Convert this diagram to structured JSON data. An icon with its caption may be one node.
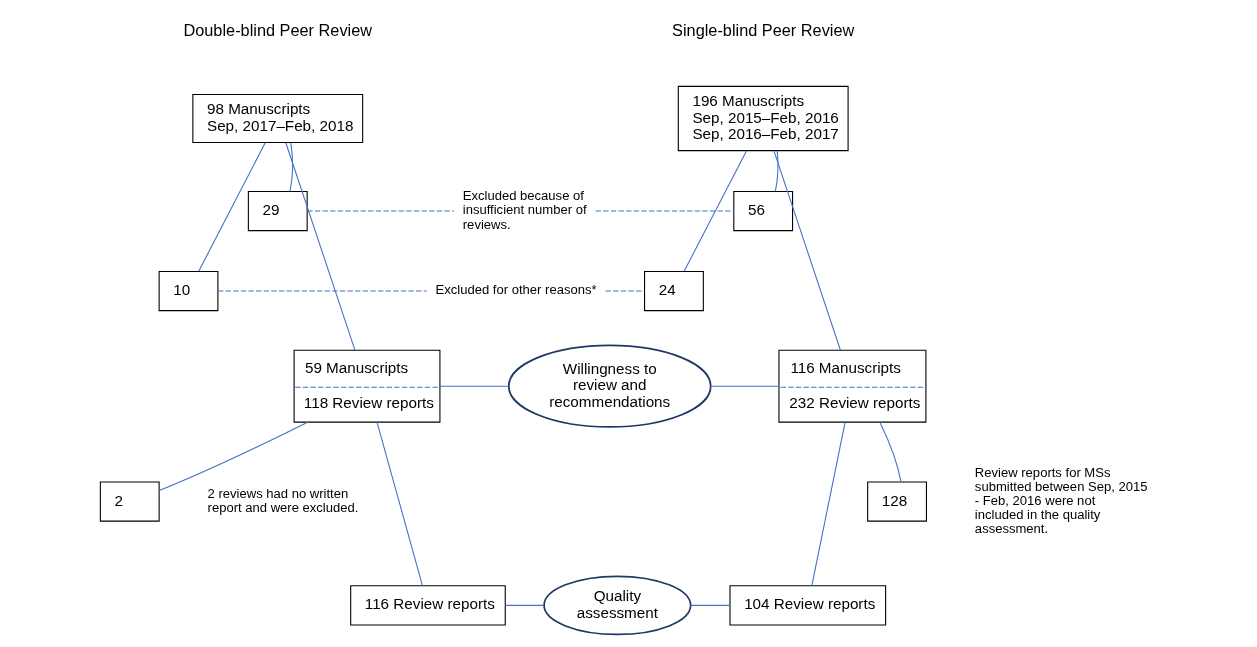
{
  "diagram": {
    "nodes": [
      {
        "text": [
          "98 Manuscripts",
          "Sep, 2017–Feb, 2018"
        ]
      },
      {
        "text": [
          "196 Manuscripts",
          "Sep, 2015–Feb, 2016",
          "Sep, 2016–Feb, 2017"
        ]
      },
      {
        "text": [
          "29"
        ]
      },
      {
        "text": [
          "Excluded because of insufficient number of reviews."
        ]
      },
      {
        "text": [
          "56"
        ]
      },
      {
        "text": [
          "10"
        ]
      },
      {
        "text": [
          "Excluded for other reasons*"
        ]
      },
      {
        "text": [
          "24"
        ]
      },
      {
        "text": [
          "59 Manuscripts",
          "118 Review reports"
        ]
      },
      {
        "text": [
          "Willingness to review and recommendations"
        ]
      },
      {
        "text": [
          "116 Manuscripts",
          "232 Review reports"
        ]
      },
      {
        "text": [
          "2"
        ],
        "beside": [
          "2 reviews had no written report and were excluded."
        ]
      },
      {
        "text": [
          "128"
        ],
        "beside": [
          "Review reports for MSs submitted between Sep, 2015 - Feb, 2016 were not included in the quality assessment."
        ]
      },
      {
        "text": [
          "116 Review reports"
        ]
      },
      {
        "text": [
          "Quality assessment"
        ]
      },
      {
        "text": [
          "104 Review reports"
        ]
      }
    ],
    "edges": [
      {
        "from": 0,
        "to": 2,
        "arrow": "none"
      },
      {
        "from": 0,
        "to": 5,
        "arrow": "none"
      },
      {
        "from": 0,
        "to": 8,
        "arrow": "none"
      },
      {
        "from": 1,
        "to": 4,
        "arrow": "none"
      },
      {
        "from": 1,
        "to": 7,
        "arrow": "none"
      },
      {
        "from": 1,
        "to": 10,
        "arrow": "none"
      },
      {
        "from": 2,
        "to": 3,
        "arrow": "none",
        "style": "dashed"
      },
      {
        "from": 3,
        "to": 4,
        "arrow": "none",
        "style": "dashed"
      },
      {
        "from": 5,
        "to": 6,
        "arrow": "none",
        "style": "dashed"
      },
      {
        "from": 6,
        "to": 7,
        "arrow": "none",
        "style": "dashed"
      },
      {
        "from": 8,
        "to": 9,
        "arrow": "none"
      },
      {
        "from": 9,
        "to": 10,
        "arrow": "none"
      },
      {
        "from": 8,
        "to": 11,
        "arrow": "none"
      },
      {
        "from": 8,
        "to": 13,
        "arrow": "none"
      },
      {
        "from": 10,
        "to": 12,
        "arrow": "none"
      },
      {
        "from": 10,
        "to": 15,
        "arrow": "none"
      },
      {
        "from": 13,
        "to": 14,
        "arrow": "none"
      },
      {
        "from": 14,
        "to": 15,
        "arrow": "none"
      }
    ],
    "labels": [
      "Double-blind Peer Review",
      "Single-blind Peer Review"
    ]
  }
}
